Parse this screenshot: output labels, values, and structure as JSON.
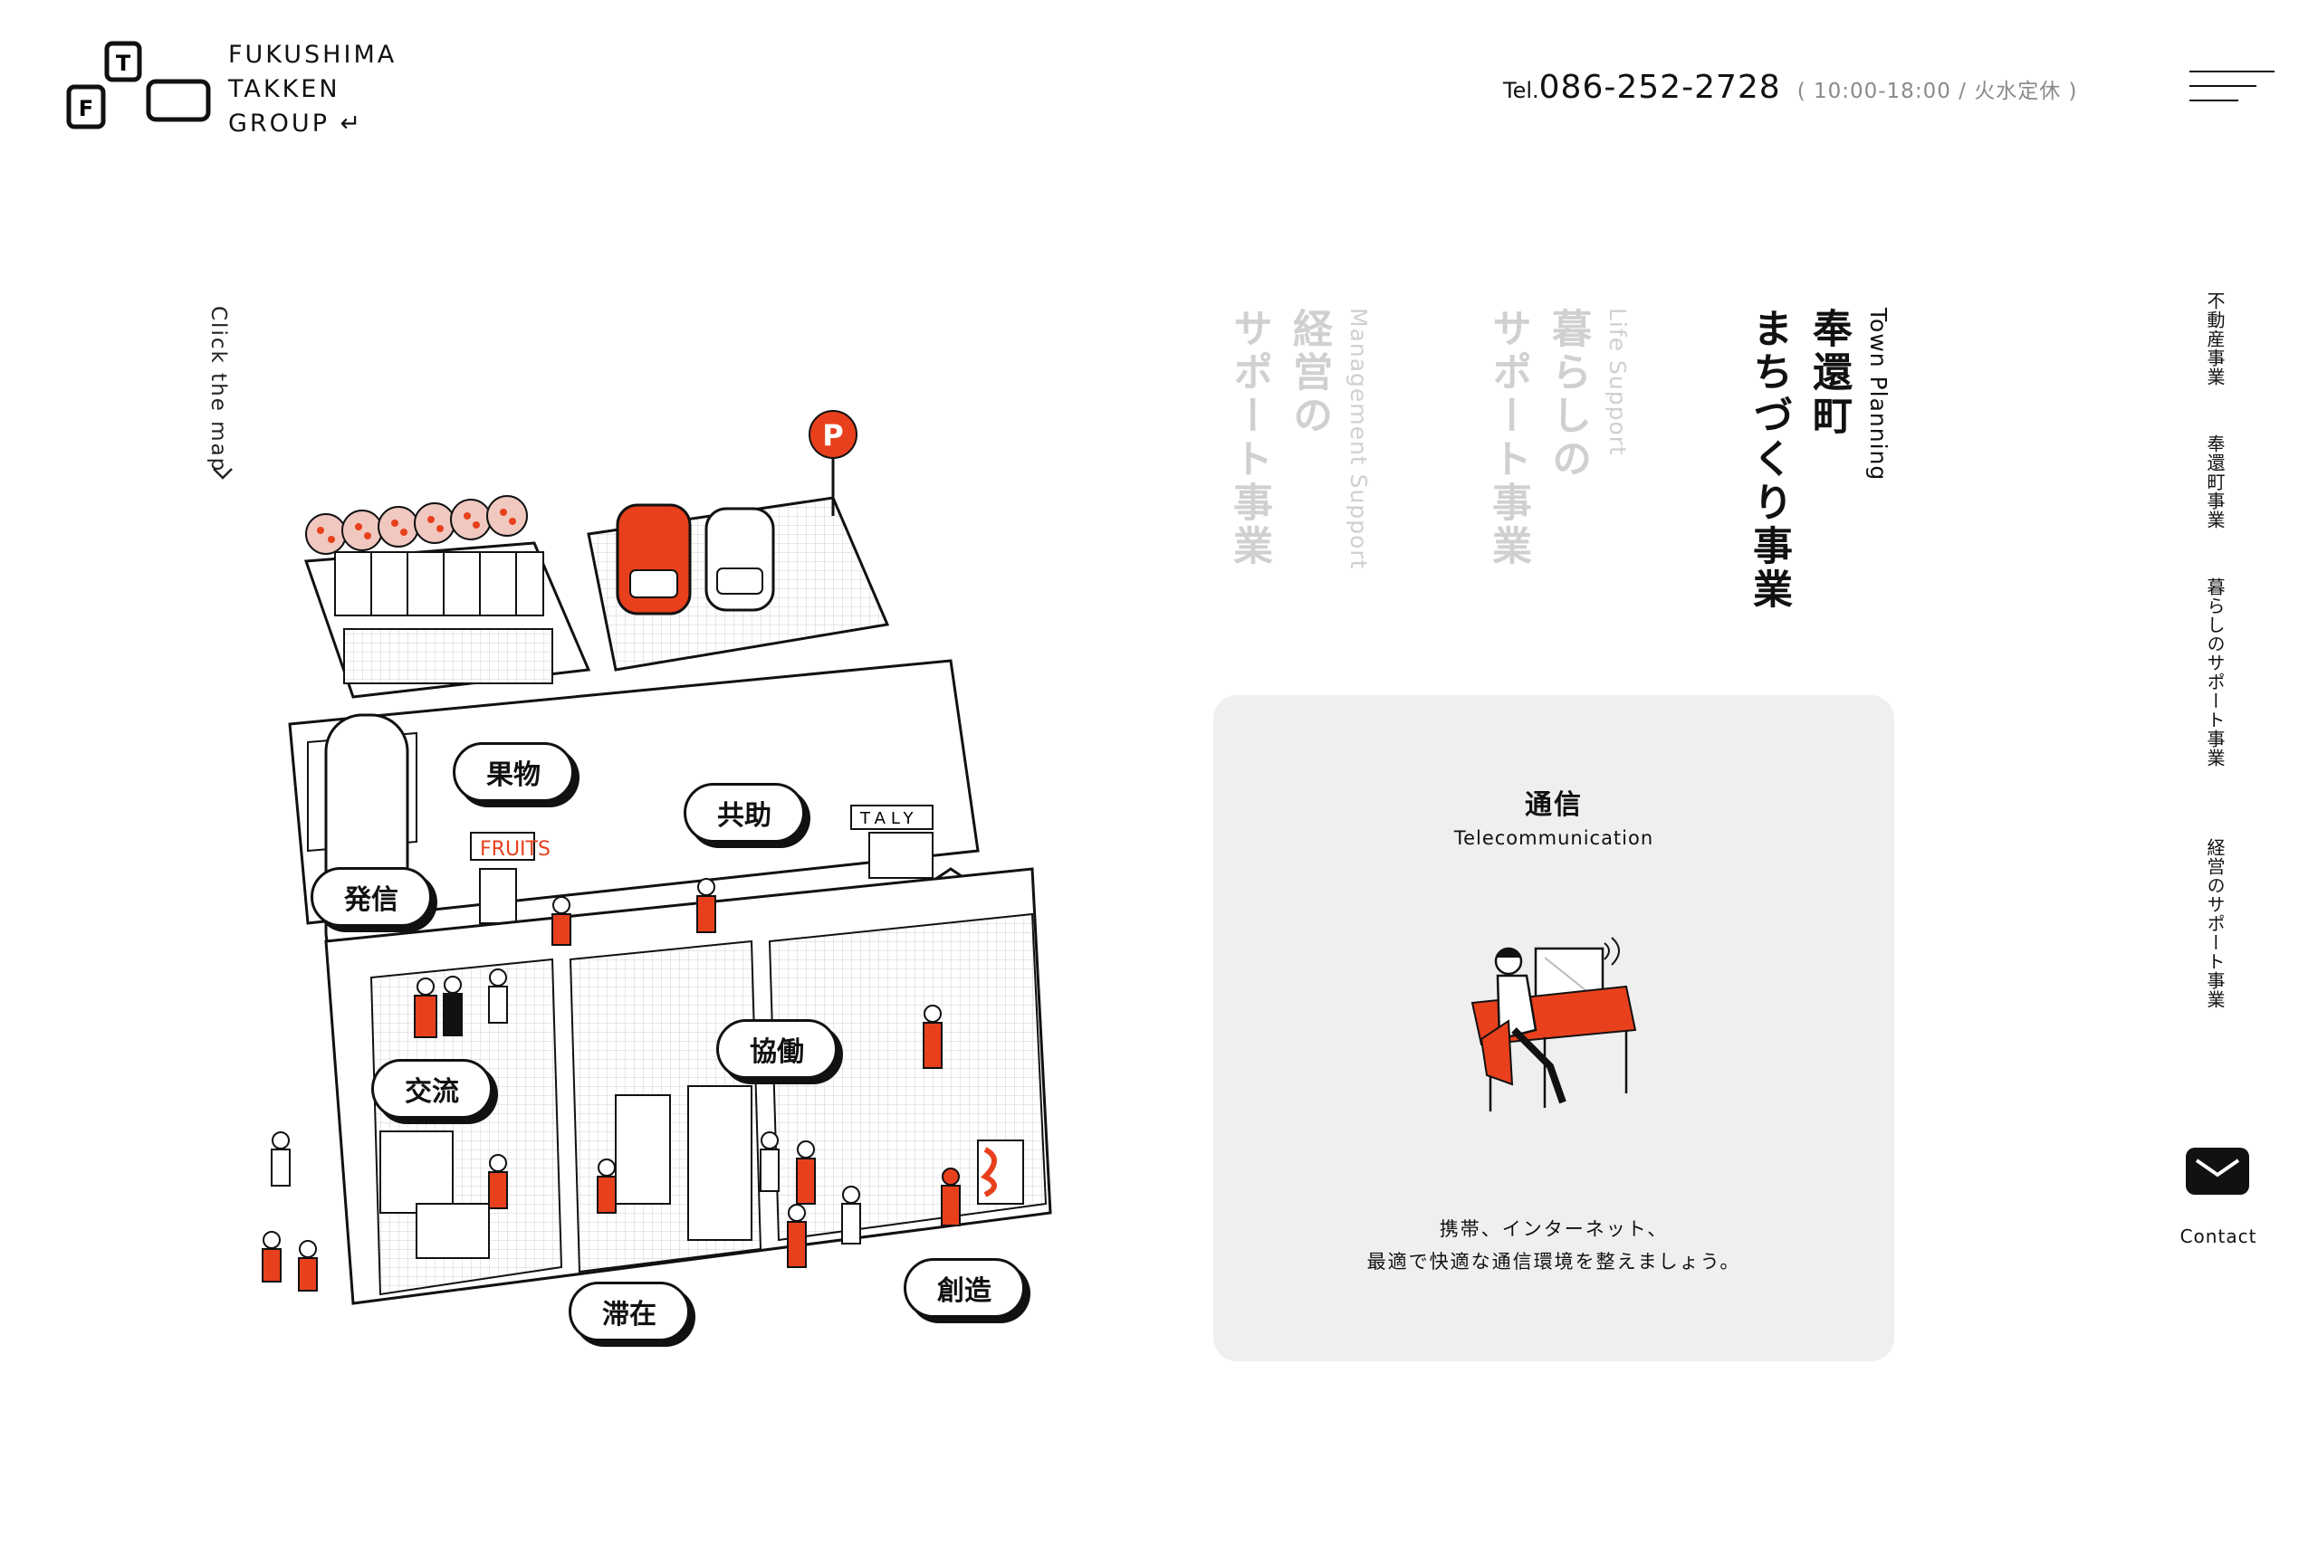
{
  "header": {
    "logo_lines": [
      "FUKUSHIMA",
      "TAKKEN",
      "GROUP ↵"
    ],
    "logo_letters": [
      "T",
      "F"
    ],
    "tel_prefix": "Tel.",
    "tel_number": "086-252-2728",
    "tel_hours": "( 10:00-18:00 / 火水定休 )"
  },
  "map": {
    "click_hint": "Click the map",
    "labels": {
      "fruits": "果物",
      "kyojo": "共助",
      "hasshin": "発信",
      "kyodo": "協働",
      "koryu": "交流",
      "taizai": "滞在",
      "sozo": "創造"
    },
    "signs": {
      "fruits_sign": "FRUITS",
      "italy_sign": "TALY",
      "parking": "P"
    }
  },
  "categories": [
    {
      "en": "Town Planning",
      "jp": "奉還町\nまちづくり事業",
      "active": true
    },
    {
      "en": "Life Support",
      "jp": "暮らしの\nサポート事業",
      "active": false
    },
    {
      "en": "Management Support",
      "jp": "経営の\nサポート事業",
      "active": false
    }
  ],
  "card": {
    "title": "通信",
    "subtitle": "Telecommunication",
    "desc_line1": "携帯、インターネット、",
    "desc_line2": "最適で快適な通信環境を整えましょう。"
  },
  "side_nav": {
    "items": [
      "不動産事業",
      "奉還町事業",
      "暮らしのサポート事業",
      "経営のサポート事業"
    ],
    "contact_label": "Contact"
  },
  "colors": {
    "accent": "#e8401c",
    "text": "#111111",
    "muted": "#d0d0d0",
    "card_bg": "#efefef"
  }
}
